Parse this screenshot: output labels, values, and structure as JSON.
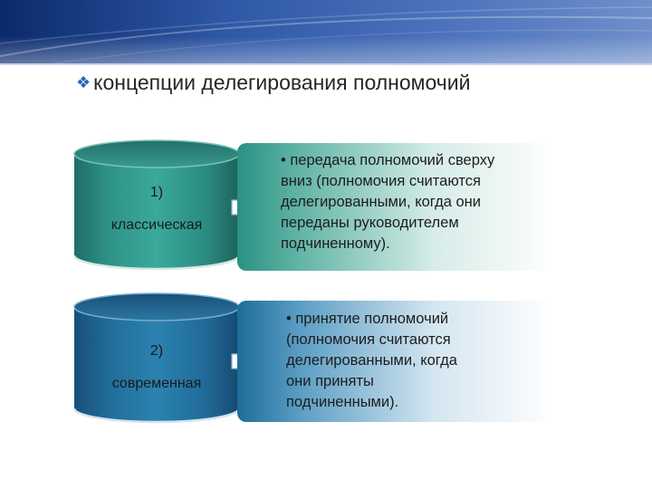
{
  "slide": {
    "heading": "концепции делегирования полномочий",
    "heading_bullet_icon": "diamond-bullet-icon",
    "items": [
      {
        "number": "1)",
        "name": "классическая",
        "description": "• передача полномочий сверху вниз (полномочия считаются делегированными, когда они переданы руководителем подчиненному).",
        "description_lines": [
          "• передача полномочий сверху",
          "вниз (полномочия считаются",
          "делегированными, когда они",
          "переданы руководителем",
          "подчиненному)."
        ],
        "color": "#2a9183"
      },
      {
        "number": "2)",
        "name": "современная",
        "description": "• принятие полномочий (полномочия считаются делегированными, когда они приняты подчиненными).",
        "description_lines": [
          "• принятие полномочий",
          "(полномочия считаются",
          "делегированными, когда",
          "они приняты",
          "подчиненными)."
        ],
        "color": "#1d6d99"
      }
    ]
  },
  "colors": {
    "banner_dark": "#0b2a6b",
    "banner_light": "#6f8fca",
    "bullet": "#2a63b8",
    "arrow_fill": "#ffffff",
    "arrow_stroke": "#9ab0cc"
  }
}
